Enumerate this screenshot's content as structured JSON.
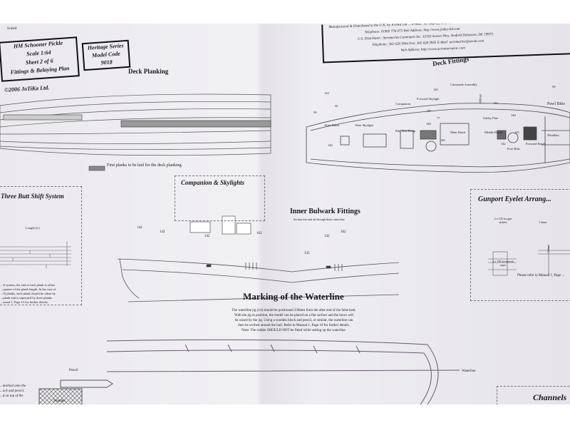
{
  "header": {
    "scaled": "Scaled"
  },
  "title_box": {
    "lines": [
      "HM Schooner Pickle",
      "Scale 1:64",
      "Sheet 2 of 6",
      "Fittings & Belaying Plan"
    ],
    "copyright": "©2006 JoTiKa Ltd."
  },
  "heritage_box": {
    "lines": [
      "Heritage Series",
      "Model Code",
      "9018"
    ]
  },
  "distributor_box": {
    "lines": [
      "Manufactured & Distributed in the U.K. by JoTiKa Ltd ... E-Mail: heritage@jotika-ltd.com",
      "Telephone: 01905 776 073   Web Address: http://www.jotika-ltd.com",
      "U.S. Distributor: Aeromarine Laminates Inc. 32162 Sussex Hwy, Seaford Delaware, DE 19973.",
      "Telephone: 302 628 3944   Fax: 302 628 3945   E-Mail: aeromarine@avola.com",
      "Web Address: http://www.aeromarineinc.com"
    ]
  },
  "deck_planking": {
    "title": "Deck Planking",
    "legend": "First planks to be laid for the deck planking."
  },
  "deck_fittings": {
    "title": "Deck Fittings",
    "labels": [
      "142",
      "56",
      "56",
      "After Hatch",
      "After Skylight",
      "Companion",
      "Forward Skylight",
      "145",
      "145",
      "77",
      "Elm Tree Pump",
      "Main Hatch",
      "145",
      "142",
      "Carronade Assembly",
      "145",
      "Galley Flue",
      "Middle Hatch",
      "142",
      "140",
      "145",
      "Fore Bitts",
      "Forward Hatch",
      "Windlass",
      "Pawl Bitts",
      "56",
      "142",
      "430mm"
    ]
  },
  "companion": {
    "title": "Companion & Skylights"
  },
  "three_butt": {
    "title": "Three Butt Shift System",
    "length_label": "Length (L)",
    "body": [
      "...ft system, the end of each plank is offset",
      "...quarter of the plank length. In the case of",
      "...9) planks, each plank should be offset by",
      "...plank end is seperated by three planks.",
      "...anual 1, Page 13 for further details."
    ]
  },
  "bulwark": {
    "title": "Inner Bulwark Fittings",
    "subtitle": "Section fore and aft through ship's centreline",
    "labels": [
      "142",
      "142",
      "142",
      "162",
      "142",
      "162",
      "135"
    ]
  },
  "gunport": {
    "title": "Gunport Eyelet Arrang...",
    "label_top": "2 x 135 for gun tackles",
    "label_bottom": "2 x 135 for breech ropes",
    "dim1": "1.2mm",
    "dim2": "1.6mm",
    "note": "Please refer to Manual 1, Page ..."
  },
  "waterline": {
    "title": "Marking of the Waterline",
    "body": [
      "The waterline jig (14) should be positioned 230mm from the after end of the false keel.",
      "With the jig in position, the model can be placed on a flat surface and the bows will",
      "be raised by the jig. Using a wooden block and pencil, or similar, the waterline can",
      "then be scribed around the hull. Refer to Manual 1, Page 10 for further details.",
      "Note: The rudder SHOULD NOT be fitted while setting up the waterline."
    ],
    "waterline_label": "Waterline",
    "pencil_label": "Pencil",
    "block_label": "Wooden",
    "left_text": [
      "...marked onto the",
      "...ock and pencil.",
      "...d on top of the"
    ]
  },
  "channels": {
    "title": "Channels"
  }
}
